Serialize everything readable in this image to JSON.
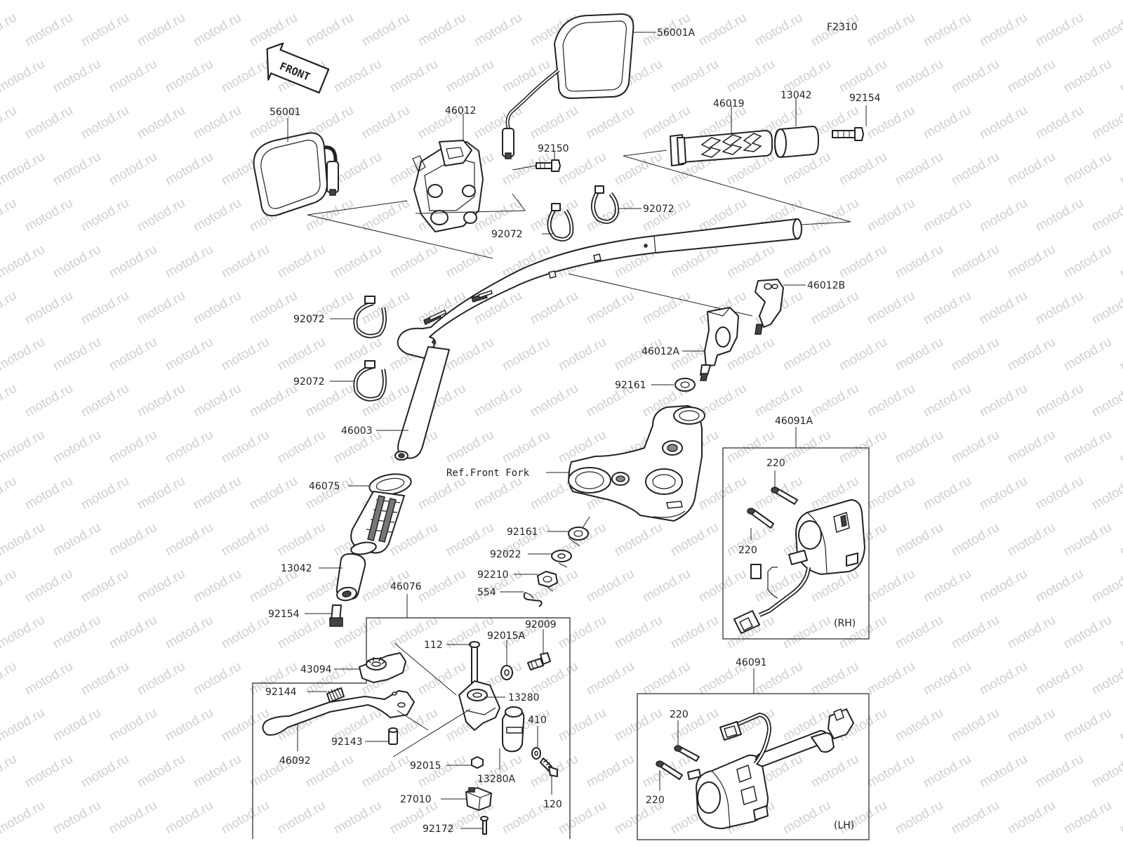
{
  "diagram_code": "F2310",
  "front_label": "FRONT",
  "ref_label": "Ref.Front Fork",
  "watermark": "motod.ru",
  "callouts": {
    "c56001A": "56001A",
    "c56001": "56001",
    "c46012": "46012",
    "c92150": "92150",
    "c46019": "46019",
    "c13042_top": "13042",
    "c92154_top": "92154",
    "c92072_a": "92072",
    "c92072_b": "92072",
    "c92072_c": "92072",
    "c92072_d": "92072",
    "c46012B": "46012B",
    "c46012A": "46012A",
    "c92161_a": "92161",
    "c46003": "46003",
    "c46075": "46075",
    "c13042_bot": "13042",
    "c92154_bot": "92154",
    "c92161_b": "92161",
    "c92022": "92022",
    "c92210": "92210",
    "c554": "554",
    "c46076": "46076",
    "c112": "112",
    "c92015A": "92015A",
    "c92009": "92009",
    "c43094": "43094",
    "c13280": "13280",
    "c92144": "92144",
    "c410": "410",
    "c92143": "92143",
    "c46092": "46092",
    "c92015": "92015",
    "c13280A": "13280A",
    "c120": "120",
    "c27010": "27010",
    "c92172": "92172",
    "c46091A": "46091A",
    "c220_rh_a": "220",
    "c220_rh_b": "220",
    "c46091": "46091",
    "c220_lh_a": "220",
    "c220_lh_b": "220"
  },
  "rh_label": "(RH)",
  "lh_label": "(LH)"
}
